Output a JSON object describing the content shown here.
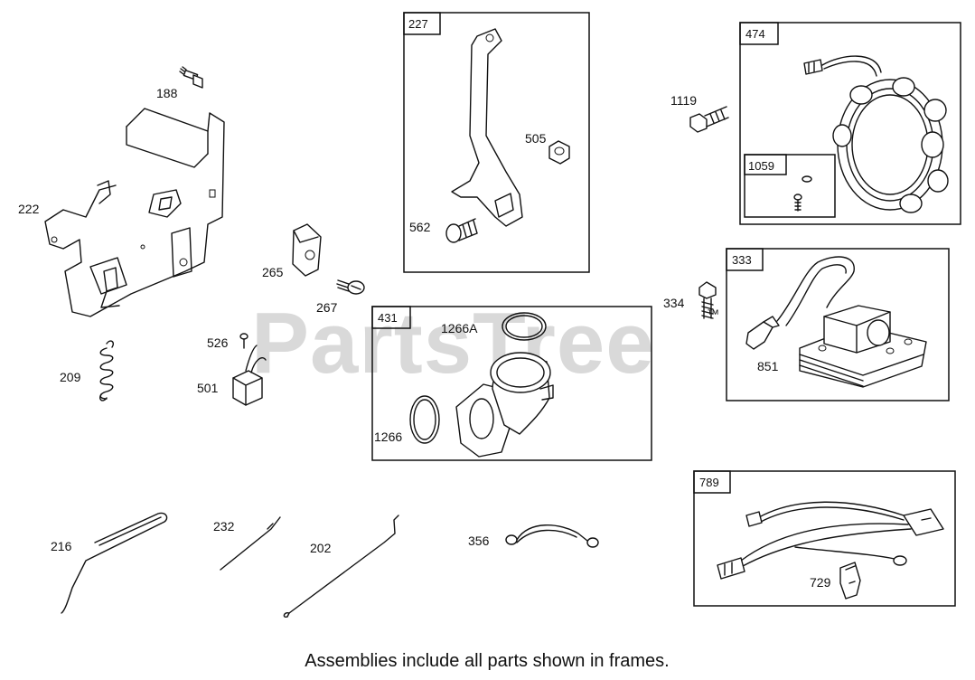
{
  "watermark": {
    "text": "PartsTree",
    "trademark": "™"
  },
  "footer": {
    "caption": "Assemblies include all parts shown in frames."
  },
  "frames": {
    "f227": "227",
    "f474": "474",
    "f1059": "1059",
    "f333": "333",
    "f431": "431",
    "f789": "789"
  },
  "parts": {
    "p188": "188",
    "p222": "222",
    "p209": "209",
    "p265": "265",
    "p267": "267",
    "p526": "526",
    "p501": "501",
    "p505": "505",
    "p562": "562",
    "p1119": "1119",
    "p334": "334",
    "p851": "851",
    "p1266A": "1266A",
    "p1266": "1266",
    "p216": "216",
    "p232": "232",
    "p202": "202",
    "p356": "356",
    "p729": "729"
  }
}
